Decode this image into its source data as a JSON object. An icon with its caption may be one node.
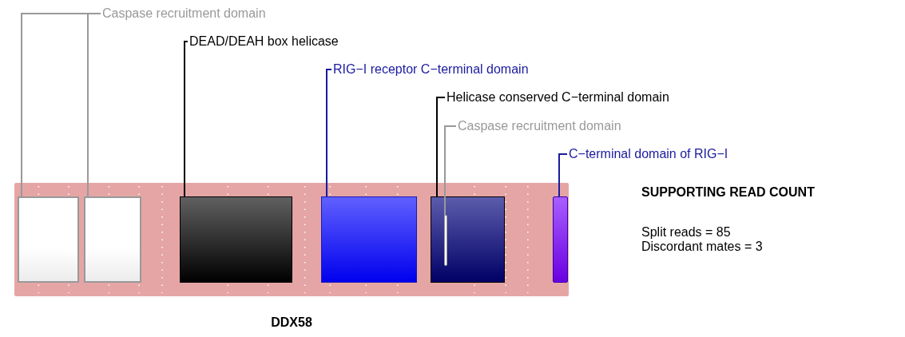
{
  "diagram": {
    "nodes": [
      {
        "text": [
          "Caspase recruitment domain"
        ]
      },
      {
        "text": [
          "DEAD/DEAH box helicase"
        ]
      },
      {
        "text": [
          "RIG−I receptor C−terminal domain"
        ]
      },
      {
        "text": [
          "Helicase conserved C−terminal domain"
        ]
      },
      {
        "text": [
          "Caspase recruitment domain"
        ]
      },
      {
        "text": [
          "C−terminal domain of RIG−I"
        ]
      },
      {
        "text": [],
        "shape": "bar",
        "beside": [
          "DDX58"
        ]
      },
      {
        "text": [],
        "shape": "box",
        "in": 6
      },
      {
        "text": [],
        "shape": "box",
        "in": 6
      },
      {
        "text": [],
        "shape": "box",
        "in": 6
      },
      {
        "text": [],
        "shape": "box",
        "in": 6
      },
      {
        "text": [],
        "shape": "box",
        "in": 6
      },
      {
        "text": [],
        "shape": "bar",
        "in": 11
      },
      {
        "text": [],
        "shape": "bar",
        "in": 6
      }
    ],
    "edges": [
      {
        "from": 0,
        "to": 7,
        "arrow": "none",
        "color": "#999999"
      },
      {
        "from": 0,
        "to": 8,
        "arrow": "none",
        "color": "#999999"
      },
      {
        "from": 1,
        "to": 9,
        "arrow": "none",
        "color": "#000000"
      },
      {
        "from": 2,
        "to": 10,
        "arrow": "none",
        "color": "#1a1aa0"
      },
      {
        "from": 3,
        "to": 11,
        "arrow": "none",
        "color": "#000000"
      },
      {
        "from": 4,
        "to": 12,
        "arrow": "none",
        "color": "#999999"
      },
      {
        "from": 5,
        "to": 13,
        "arrow": "none",
        "color": "#1a1aa0"
      }
    ],
    "labels": [
      "SUPPORTING READ COUNT",
      "Split reads = 85",
      "Discordant mates = 3"
    ]
  }
}
